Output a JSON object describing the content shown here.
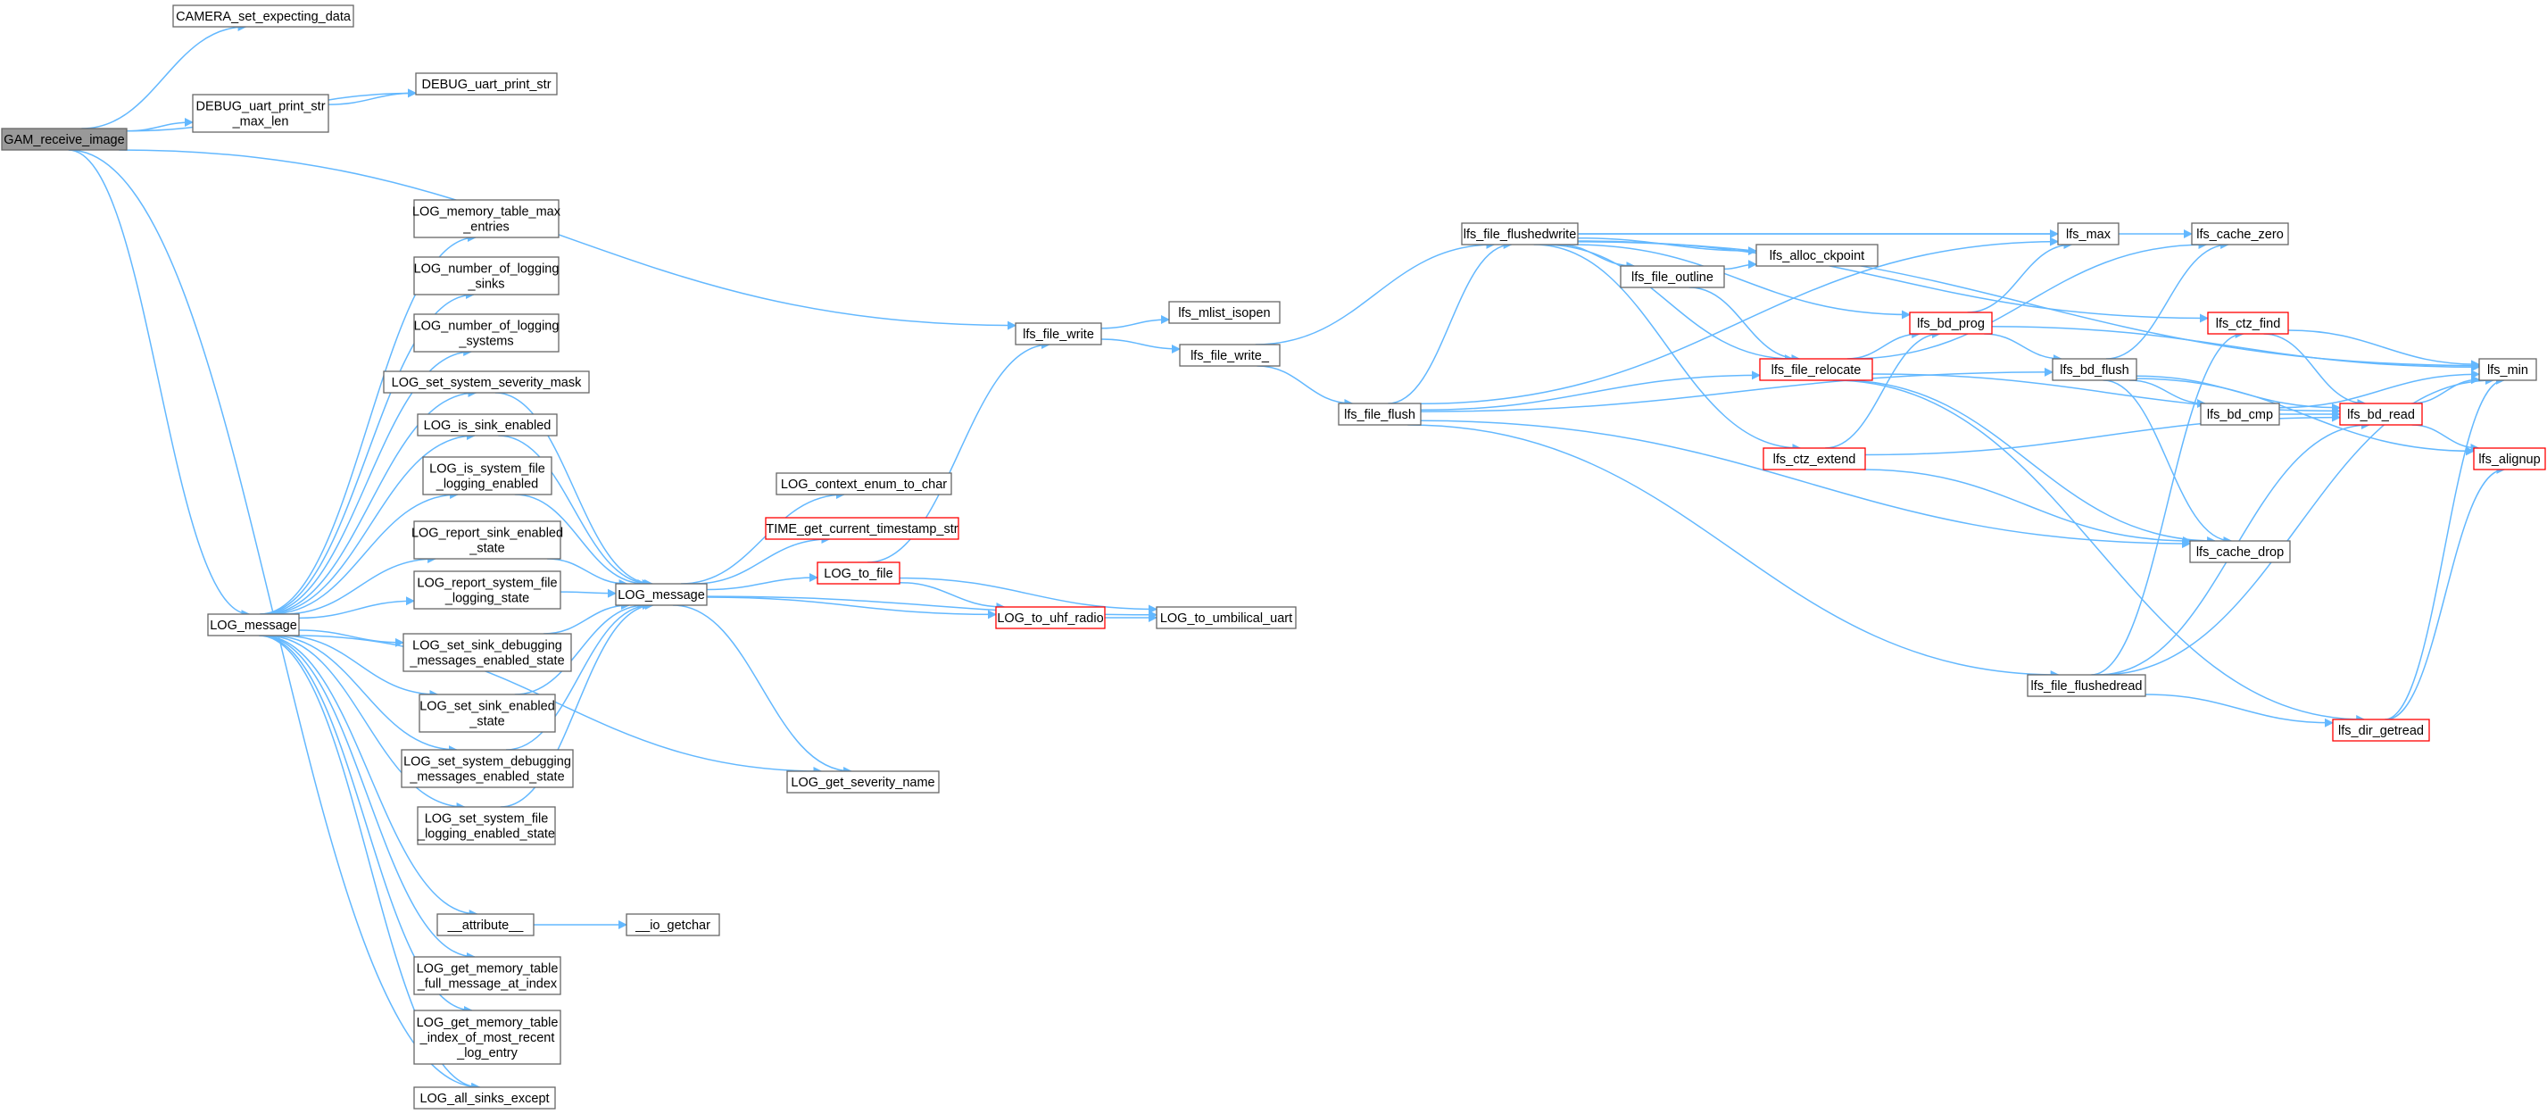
{
  "colors": {
    "edge": "#63b8ff",
    "node_border": "#666666",
    "node_border_truncated": "#ff0000",
    "node_fill": "#ffffff",
    "root_fill": "#999999",
    "text": "#000000"
  },
  "nodes": [
    {
      "id": "gam",
      "lines": [
        "GAM_receive_image"
      ],
      "root": true
    },
    {
      "id": "camset",
      "lines": [
        "CAMERA_set_expecting_data"
      ]
    },
    {
      "id": "dbgstr",
      "lines": [
        "DEBUG_uart_print_str"
      ]
    },
    {
      "id": "dbgstrmax",
      "lines": [
        "DEBUG_uart_print_str",
        "_max_len"
      ]
    },
    {
      "id": "logmsgA",
      "lines": [
        "LOG_message"
      ]
    },
    {
      "id": "memmax",
      "lines": [
        "LOG_memory_table_max",
        "_entries"
      ]
    },
    {
      "id": "numsinks",
      "lines": [
        "LOG_number_of_logging",
        "_sinks"
      ]
    },
    {
      "id": "numsys",
      "lines": [
        "LOG_number_of_logging",
        "_systems"
      ]
    },
    {
      "id": "setsev",
      "lines": [
        "LOG_set_system_severity_mask"
      ]
    },
    {
      "id": "issink",
      "lines": [
        "LOG_is_sink_enabled"
      ]
    },
    {
      "id": "issysfile",
      "lines": [
        "LOG_is_system_file",
        "_logging_enabled"
      ]
    },
    {
      "id": "repsink",
      "lines": [
        "LOG_report_sink_enabled",
        "_state"
      ]
    },
    {
      "id": "repsys",
      "lines": [
        "LOG_report_system_file",
        "_logging_state"
      ]
    },
    {
      "id": "setsinkdbg",
      "lines": [
        "LOG_set_sink_debugging",
        "_messages_enabled_state"
      ]
    },
    {
      "id": "setsink",
      "lines": [
        "LOG_set_sink_enabled",
        "_state"
      ]
    },
    {
      "id": "setsysdbg",
      "lines": [
        "LOG_set_system_debugging",
        "_messages_enabled_state"
      ]
    },
    {
      "id": "setsysfile",
      "lines": [
        "LOG_set_system_file",
        "_logging_enabled_state"
      ]
    },
    {
      "id": "attr",
      "lines": [
        "__attribute__"
      ]
    },
    {
      "id": "getfull",
      "lines": [
        "LOG_get_memory_table",
        "_full_message_at_index"
      ]
    },
    {
      "id": "getidx",
      "lines": [
        "LOG_get_memory_table",
        "_index_of_most_recent",
        "_log_entry"
      ]
    },
    {
      "id": "allsinks",
      "lines": [
        "LOG_all_sinks_except"
      ]
    },
    {
      "id": "logmsgB",
      "lines": [
        "LOG_message"
      ]
    },
    {
      "id": "iogetchar",
      "lines": [
        "__io_getchar"
      ]
    },
    {
      "id": "ctxenum",
      "lines": [
        "LOG_context_enum_to_char"
      ]
    },
    {
      "id": "timeget",
      "lines": [
        "TIME_get_current_timestamp_str"
      ],
      "truncated": true
    },
    {
      "id": "tofile",
      "lines": [
        "LOG_to_file"
      ],
      "truncated": true
    },
    {
      "id": "touhf",
      "lines": [
        "LOG_to_uhf_radio"
      ],
      "truncated": true
    },
    {
      "id": "toumb",
      "lines": [
        "LOG_to_umbilical_uart"
      ]
    },
    {
      "id": "getsev",
      "lines": [
        "LOG_get_severity_name"
      ]
    },
    {
      "id": "fwrite",
      "lines": [
        "lfs_file_write"
      ]
    },
    {
      "id": "mlist",
      "lines": [
        "lfs_mlist_isopen"
      ]
    },
    {
      "id": "fwrite_",
      "lines": [
        "lfs_file_write_"
      ]
    },
    {
      "id": "fflushw",
      "lines": [
        "lfs_file_flushedwrite"
      ]
    },
    {
      "id": "fflush",
      "lines": [
        "lfs_file_flush"
      ]
    },
    {
      "id": "foutline",
      "lines": [
        "lfs_file_outline"
      ]
    },
    {
      "id": "ackpoint",
      "lines": [
        "lfs_alloc_ckpoint"
      ]
    },
    {
      "id": "lmax",
      "lines": [
        "lfs_max"
      ]
    },
    {
      "id": "frelocate",
      "lines": [
        "lfs_file_relocate"
      ],
      "truncated": true
    },
    {
      "id": "ctzext",
      "lines": [
        "lfs_ctz_extend"
      ],
      "truncated": true
    },
    {
      "id": "bdprog",
      "lines": [
        "lfs_bd_prog"
      ],
      "truncated": true
    },
    {
      "id": "bdflush",
      "lines": [
        "lfs_bd_flush"
      ]
    },
    {
      "id": "fflushr",
      "lines": [
        "lfs_file_flushedread"
      ]
    },
    {
      "id": "czero",
      "lines": [
        "lfs_cache_zero"
      ]
    },
    {
      "id": "ctzfind",
      "lines": [
        "lfs_ctz_find"
      ],
      "truncated": true
    },
    {
      "id": "bdcmp",
      "lines": [
        "lfs_bd_cmp"
      ]
    },
    {
      "id": "bdread",
      "lines": [
        "lfs_bd_read"
      ],
      "truncated": true
    },
    {
      "id": "cdrop",
      "lines": [
        "lfs_cache_drop"
      ]
    },
    {
      "id": "dirget",
      "lines": [
        "lfs_dir_getread"
      ],
      "truncated": true
    },
    {
      "id": "lmin",
      "lines": [
        "lfs_min"
      ]
    },
    {
      "id": "align",
      "lines": [
        "lfs_alignup"
      ],
      "truncated": true
    }
  ],
  "edges": [
    [
      "gam",
      "camset"
    ],
    [
      "gam",
      "dbgstr"
    ],
    [
      "gam",
      "dbgstrmax"
    ],
    [
      "gam",
      "fwrite"
    ],
    [
      "gam",
      "logmsgA"
    ],
    [
      "gam",
      "allsinks"
    ],
    [
      "dbgstrmax",
      "dbgstr"
    ],
    [
      "logmsgA",
      "memmax"
    ],
    [
      "logmsgA",
      "numsinks"
    ],
    [
      "logmsgA",
      "numsys"
    ],
    [
      "logmsgA",
      "setsev"
    ],
    [
      "logmsgA",
      "issink"
    ],
    [
      "logmsgA",
      "issysfile"
    ],
    [
      "logmsgA",
      "repsink"
    ],
    [
      "logmsgA",
      "repsys"
    ],
    [
      "logmsgA",
      "setsinkdbg"
    ],
    [
      "logmsgA",
      "setsink"
    ],
    [
      "logmsgA",
      "setsysdbg"
    ],
    [
      "logmsgA",
      "setsysfile"
    ],
    [
      "logmsgA",
      "getsev"
    ],
    [
      "logmsgA",
      "attr"
    ],
    [
      "logmsgA",
      "getfull"
    ],
    [
      "logmsgA",
      "getidx"
    ],
    [
      "logmsgA",
      "allsinks"
    ],
    [
      "setsev",
      "logmsgB"
    ],
    [
      "issink",
      "logmsgB"
    ],
    [
      "issysfile",
      "logmsgB"
    ],
    [
      "repsink",
      "logmsgB"
    ],
    [
      "repsys",
      "logmsgB"
    ],
    [
      "setsinkdbg",
      "logmsgB"
    ],
    [
      "setsink",
      "logmsgB"
    ],
    [
      "setsysdbg",
      "logmsgB"
    ],
    [
      "setsysfile",
      "logmsgB"
    ],
    [
      "attr",
      "iogetchar"
    ],
    [
      "logmsgB",
      "ctxenum"
    ],
    [
      "logmsgB",
      "timeget"
    ],
    [
      "logmsgB",
      "tofile"
    ],
    [
      "logmsgB",
      "touhf"
    ],
    [
      "logmsgB",
      "toumb"
    ],
    [
      "logmsgB",
      "getsev"
    ],
    [
      "tofile",
      "fwrite"
    ],
    [
      "tofile",
      "touhf"
    ],
    [
      "tofile",
      "toumb"
    ],
    [
      "touhf",
      "toumb"
    ],
    [
      "fwrite",
      "mlist"
    ],
    [
      "fwrite",
      "fwrite_"
    ],
    [
      "fwrite_",
      "fflushw"
    ],
    [
      "fwrite_",
      "fflush"
    ],
    [
      "fflushw",
      "lmin"
    ],
    [
      "fflushw",
      "czero"
    ],
    [
      "fflushw",
      "ctzfind"
    ],
    [
      "fflushw",
      "lmax"
    ],
    [
      "fflushw",
      "ackpoint"
    ],
    [
      "fflushw",
      "foutline"
    ],
    [
      "fflushw",
      "bdprog"
    ],
    [
      "fflushw",
      "frelocate"
    ],
    [
      "fflushw",
      "ctzext"
    ],
    [
      "foutline",
      "ackpoint"
    ],
    [
      "foutline",
      "frelocate"
    ],
    [
      "fflush",
      "fflushw"
    ],
    [
      "fflush",
      "lmax"
    ],
    [
      "fflush",
      "frelocate"
    ],
    [
      "fflush",
      "bdflush"
    ],
    [
      "fflush",
      "cdrop"
    ],
    [
      "fflush",
      "fflushr"
    ],
    [
      "frelocate",
      "bdprog"
    ],
    [
      "frelocate",
      "czero"
    ],
    [
      "frelocate",
      "bdread"
    ],
    [
      "frelocate",
      "cdrop"
    ],
    [
      "frelocate",
      "dirget"
    ],
    [
      "ctzext",
      "bdprog"
    ],
    [
      "ctzext",
      "bdread"
    ],
    [
      "ctzext",
      "cdrop"
    ],
    [
      "bdprog",
      "lmax"
    ],
    [
      "bdprog",
      "lmin"
    ],
    [
      "bdprog",
      "bdflush"
    ],
    [
      "bdflush",
      "czero"
    ],
    [
      "bdflush",
      "bdcmp"
    ],
    [
      "bdflush",
      "bdread"
    ],
    [
      "bdflush",
      "cdrop"
    ],
    [
      "bdflush",
      "align"
    ],
    [
      "fflushr",
      "ctzfind"
    ],
    [
      "fflushr",
      "bdread"
    ],
    [
      "fflushr",
      "dirget"
    ],
    [
      "fflushr",
      "lmin"
    ],
    [
      "ctzfind",
      "lmin"
    ],
    [
      "ctzfind",
      "bdread"
    ],
    [
      "bdcmp",
      "lmin"
    ],
    [
      "bdcmp",
      "bdread"
    ],
    [
      "bdread",
      "lmin"
    ],
    [
      "bdread",
      "align"
    ],
    [
      "dirget",
      "lmin"
    ],
    [
      "dirget",
      "align"
    ]
  ]
}
